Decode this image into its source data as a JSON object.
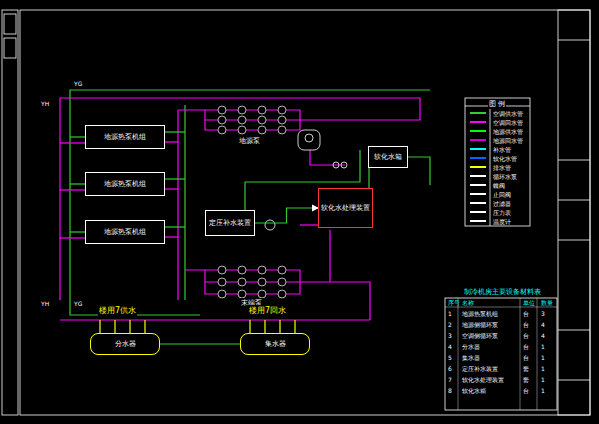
{
  "diagram": {
    "nodes": [
      {
        "text": [
          "地源热泵机组"
        ]
      },
      {
        "text": [
          "地源热泵机组"
        ]
      },
      {
        "text": [
          "地源热泵机组"
        ]
      },
      {
        "text": [
          "分水器"
        ]
      },
      {
        "text": [
          "集水器"
        ]
      },
      {
        "text": [
          "定压补水装置"
        ]
      },
      {
        "text": [
          "软化水处理装置"
        ]
      },
      {
        "text": [
          "软化水箱"
        ]
      }
    ],
    "edges": [
      {
        "from": 3,
        "to": 4,
        "arrow": "none"
      },
      {
        "from": 5,
        "to": 6,
        "arrow": "to"
      },
      {
        "from": 7,
        "to": 6,
        "arrow": "none"
      }
    ],
    "labels": [
      "图 例",
      "地源泵",
      "末端泵",
      "楼用7供水",
      "楼用7回水",
      "YH",
      "YG",
      "YH",
      "YG",
      "制冷机房主要设备材料表",
      "序号",
      "名称",
      "单位",
      "数量",
      "1",
      "地源热泵机组",
      "台",
      "3",
      "2",
      "地源侧循环泵",
      "台",
      "4",
      "3",
      "空调侧循环泵",
      "台",
      "4",
      "4",
      "分水器",
      "台",
      "1",
      "5",
      "集水器",
      "台",
      "1",
      "6",
      "定压补水装置",
      "套",
      "1",
      "7",
      "软化水处理装置",
      "套",
      "1",
      "8",
      "软化水箱",
      "台",
      "1"
    ],
    "legend": [
      {
        "text": "空调供水管"
      },
      {
        "text": "空调回水管"
      },
      {
        "text": "地源供水管"
      },
      {
        "text": "地源回水管"
      },
      {
        "text": "补水管"
      },
      {
        "text": "软化水管"
      },
      {
        "text": "排水管"
      },
      {
        "text": "循环水泵"
      },
      {
        "text": "蝶阀"
      },
      {
        "text": "止回阀"
      },
      {
        "text": "过滤器"
      },
      {
        "text": "压力表"
      },
      {
        "text": "温度计"
      }
    ]
  }
}
